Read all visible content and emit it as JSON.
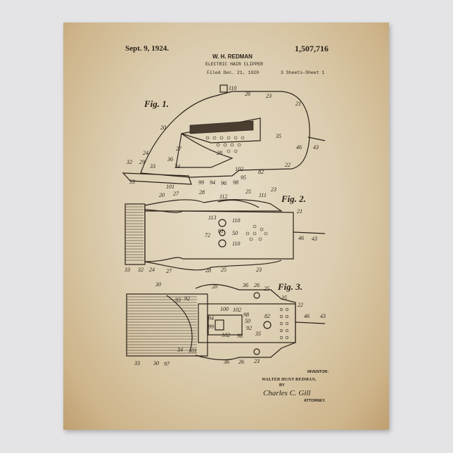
{
  "header": {
    "date": "Sept. 9, 1924.",
    "patent_number": "1,507,716",
    "inventor": "W. H. REDMAN",
    "title": "ELECTRIC HAIR CLIPPER",
    "filed": "Filed Dec. 21, 1920",
    "sheets": "3 Sheets-Sheet 1"
  },
  "footer": {
    "inventor_label": "INVENTOR:",
    "inventor_name": "WALTER HUNT REDMAN,",
    "by": "BY",
    "signature": "Charles C. Gill",
    "attorney_label": "ATTORNEY."
  },
  "figures": [
    {
      "label": "Fig. 1.",
      "refs": [
        "110",
        "26",
        "23",
        "21",
        "20",
        "35",
        "46",
        "43",
        "27",
        "28",
        "24",
        "32",
        "29",
        "36",
        "33",
        "34",
        "102",
        "95",
        "22",
        "82",
        "33",
        "101",
        "99",
        "94",
        "96",
        "98"
      ]
    },
    {
      "label": "Fig. 2.",
      "refs": [
        "20",
        "27",
        "28",
        "112",
        "25",
        "111",
        "23",
        "21",
        "113",
        "110",
        "61",
        "50",
        "72",
        "46",
        "43",
        "110",
        "33",
        "32",
        "24",
        "27",
        "28",
        "25",
        "23"
      ]
    },
    {
      "label": "Fig. 3.",
      "refs": [
        "30",
        "20",
        "36",
        "26",
        "25",
        "35",
        "22",
        "93",
        "92",
        "100",
        "102",
        "98",
        "82",
        "46",
        "43",
        "94",
        "50",
        "99",
        "92",
        "98",
        "102",
        "35",
        "34",
        "101",
        "23",
        "36",
        "26",
        "33",
        "30",
        "97"
      ]
    }
  ],
  "colors": {
    "background": "#e4e4e6",
    "paper": "#dccdb0",
    "ink": "#2a2218"
  }
}
